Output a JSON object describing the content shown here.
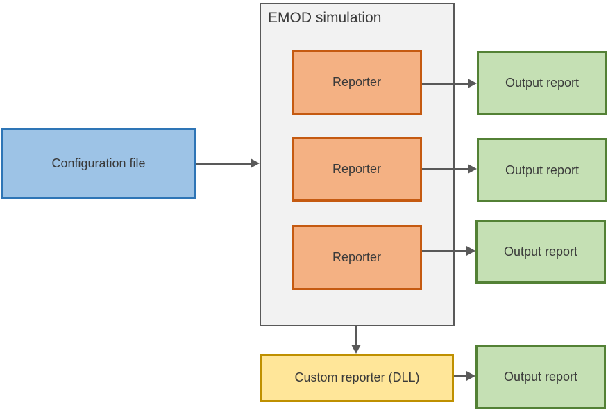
{
  "diagram": {
    "title": "EMOD simulation",
    "nodes": {
      "configuration_file": {
        "label": "Configuration file"
      },
      "reporters": [
        {
          "label": "Reporter"
        },
        {
          "label": "Reporter"
        },
        {
          "label": "Reporter"
        }
      ],
      "output_reports": [
        {
          "label": "Output report"
        },
        {
          "label": "Output report"
        },
        {
          "label": "Output report"
        },
        {
          "label": "Output report"
        }
      ],
      "custom_reporter": {
        "label": "Custom reporter (DLL)"
      }
    },
    "colors": {
      "blue_fill": "#9DC3E6",
      "blue_border": "#2E75B6",
      "orange_fill": "#F4B183",
      "orange_border": "#C55A11",
      "green_fill": "#C5E0B4",
      "green_border": "#538135",
      "yellow_fill": "#FFE699",
      "yellow_border": "#BF9000",
      "container_fill": "#F2F2F2",
      "container_border": "#595959",
      "arrow": "#595959",
      "text": "#3A3A3A"
    }
  }
}
